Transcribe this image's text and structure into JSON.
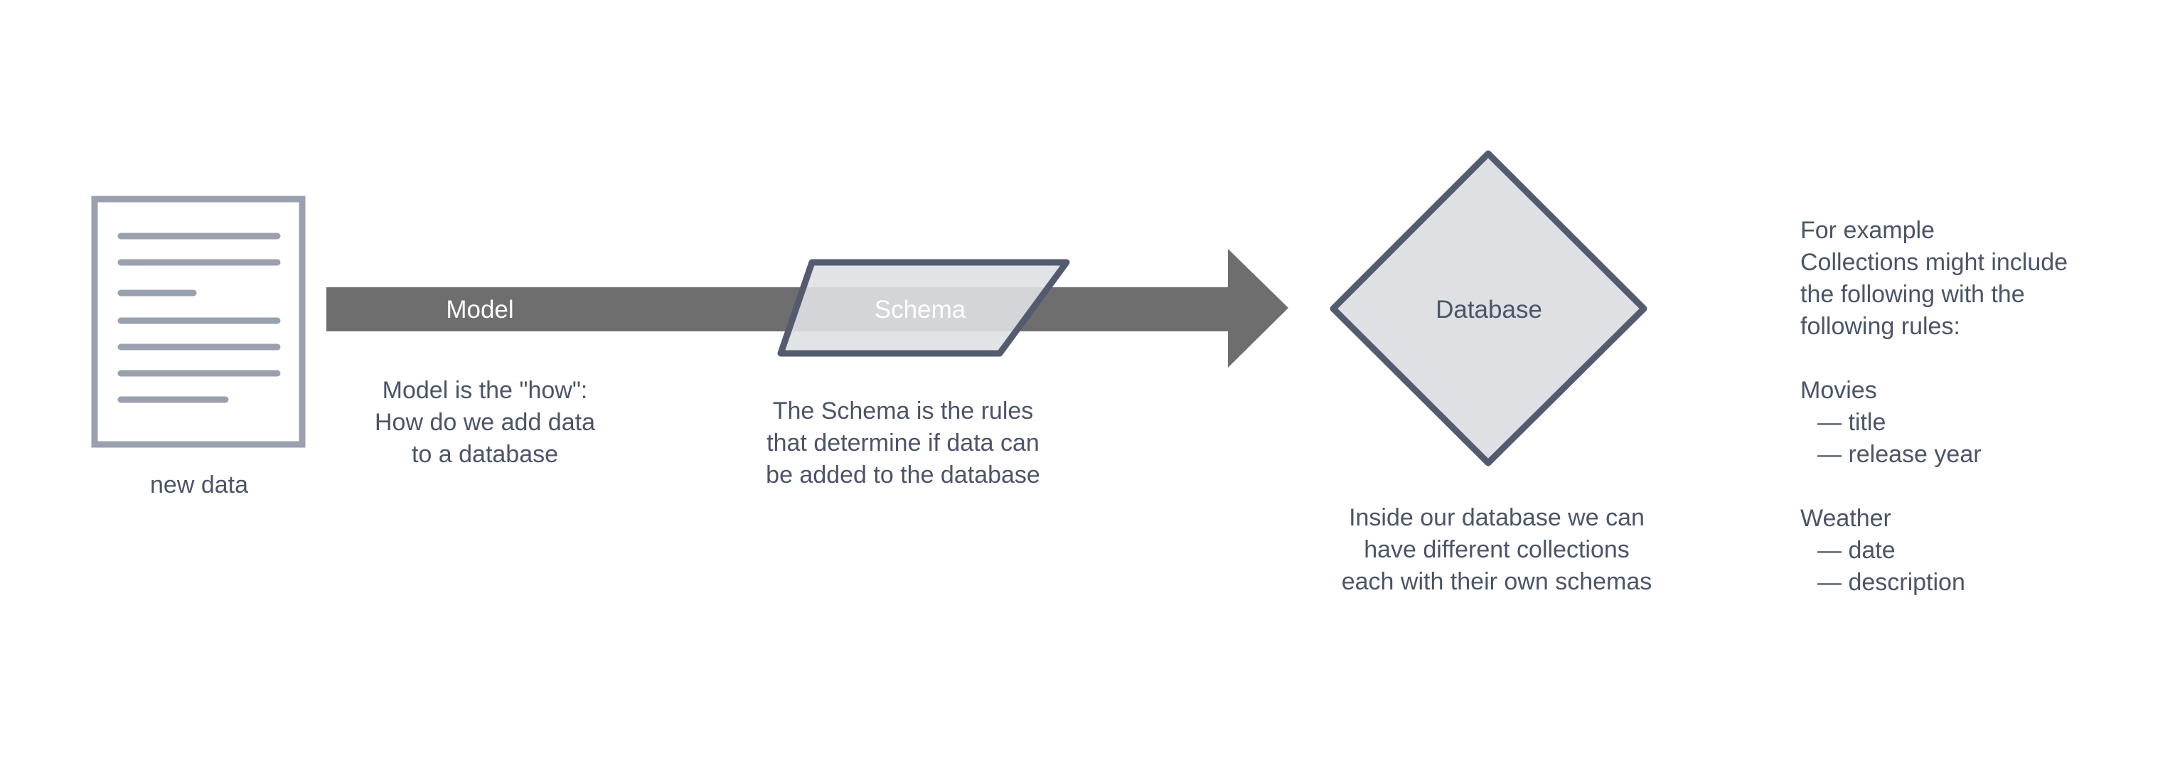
{
  "colors": {
    "arrow": "#6e6e6e",
    "outline": "#545b6f",
    "document_outline": "#9aa0ad",
    "shape_fill": "#dfe0e4",
    "text": "#4b5468",
    "on_arrow_text": "#ffffff"
  },
  "icons": {
    "document": "document-icon"
  },
  "labels": {
    "model": "Model",
    "schema": "Schema",
    "database": "Database",
    "new_data": "new data"
  },
  "captions": {
    "model": [
      "Model is the \"how\":",
      "How do we add data",
      "to a database"
    ],
    "schema": [
      "The Schema is the rules",
      "that determine if data can",
      "be added to the database"
    ],
    "database": [
      "Inside our database we can",
      "have different collections",
      "each with their own schemas"
    ]
  },
  "example": {
    "intro": [
      "For example",
      "Collections might include",
      "the following with the",
      "following rules:"
    ],
    "collections": [
      {
        "name": "Movies",
        "fields": [
          "— title",
          "— release year"
        ]
      },
      {
        "name": "Weather",
        "fields": [
          "— date",
          "— description"
        ]
      }
    ]
  }
}
